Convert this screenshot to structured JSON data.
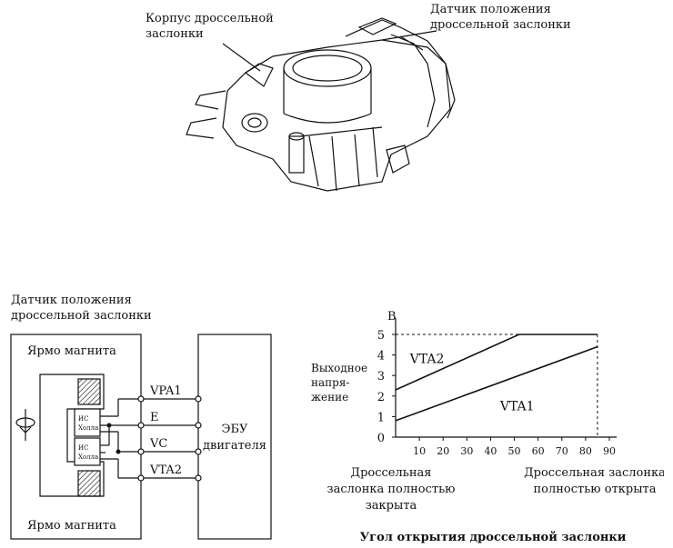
{
  "top_figure": {
    "label_body": [
      "Корпус дроссельной",
      "заслонки"
    ],
    "label_sensor": [
      "Датчик положения",
      "дроссельной заслонки"
    ]
  },
  "circuit": {
    "title": [
      "Датчик положения",
      "дроссельной заслонки"
    ],
    "yoke_top": "Ярмо магнита",
    "yoke_bottom": "Ярмо магнита",
    "hall_ic": [
      "ИС",
      "Холла"
    ],
    "pins": [
      "VPA1",
      "E",
      "VC",
      "VTA2"
    ],
    "ecu": [
      "ЭБУ",
      "двигателя"
    ]
  },
  "chart_data": {
    "type": "line",
    "y_unit": "В",
    "ylabel": [
      "Выходное",
      "напря-",
      "жение"
    ],
    "xlabel": "Угол открытия дроссельной заслонки",
    "x_ticks": [
      10,
      20,
      30,
      40,
      50,
      60,
      70,
      80,
      90
    ],
    "y_ticks": [
      0,
      1,
      2,
      3,
      4,
      5
    ],
    "xlim": [
      0,
      90
    ],
    "ylim": [
      0,
      5
    ],
    "series": [
      {
        "name": "VTA2",
        "x": [
          0,
          52,
          85
        ],
        "y": [
          2.3,
          5.0,
          5.0
        ]
      },
      {
        "name": "VTA1",
        "x": [
          0,
          85
        ],
        "y": [
          0.8,
          4.4
        ]
      }
    ],
    "annotations": {
      "closed": [
        "Дроссельная",
        "заслонка полностью",
        "закрыта"
      ],
      "open": [
        "Дроссельная заслонка",
        "полностью открыта"
      ]
    }
  }
}
